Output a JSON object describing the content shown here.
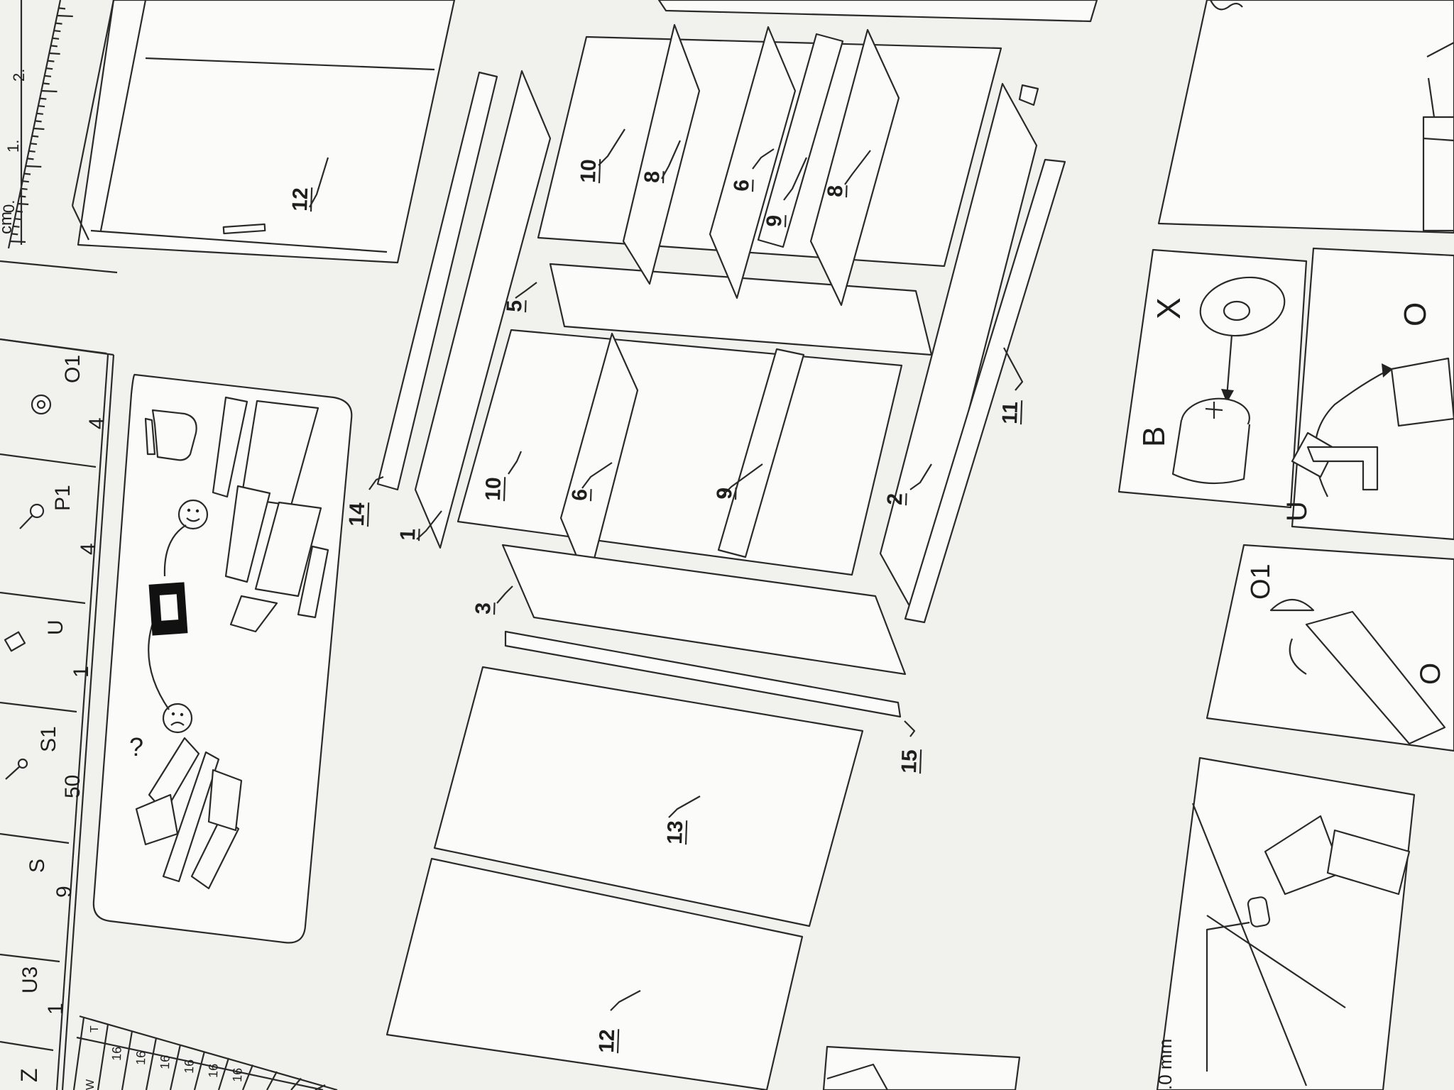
{
  "ruler": {
    "unit": "cm",
    "marks": [
      "0.",
      "1.",
      "2."
    ]
  },
  "parts_table": {
    "headers": [
      "Z",
      "U3",
      "S",
      "S1",
      "U",
      "P1",
      "O1"
    ],
    "quantities": [
      "1",
      "9",
      "50",
      "1",
      "4",
      "4"
    ]
  },
  "help_panel": {
    "question_mark": "?"
  },
  "part_numbers": [
    "12",
    "10",
    "8",
    "6",
    "9",
    "8",
    "14",
    "1",
    "5",
    "10",
    "6",
    "9",
    "2",
    "11",
    "3",
    "15",
    "13",
    "12"
  ],
  "detail_cam": {
    "labels": [
      "X",
      "B"
    ]
  },
  "detail_screw": {
    "labels": [
      "O",
      "U"
    ]
  },
  "detail_o1": {
    "labels": [
      "O1",
      "O"
    ]
  },
  "detail_dowel": {
    "dimension": ".0 mm"
  },
  "side_table": {
    "header": "T",
    "col_left": "W",
    "values": [
      "16",
      "16",
      "16",
      "16",
      "16",
      "16"
    ]
  }
}
